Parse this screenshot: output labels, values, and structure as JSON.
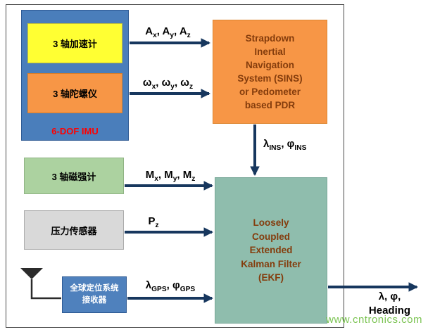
{
  "blocks": {
    "imu_group": {
      "label": "6-DOF IMU"
    },
    "accelerometer": {
      "label": "3 轴加速计"
    },
    "gyroscope": {
      "label": "3 轴陀螺仪"
    },
    "sins": {
      "label": "Strapdown\nInertial\nNavigation\nSystem (SINS)\nor Pedometer\nbased PDR"
    },
    "ekf": {
      "label": "Loosely\nCoupled\nExtended\nKalman Filter\n(EKF)"
    },
    "magnetometer": {
      "label": "3 轴磁强计"
    },
    "pressure_sensor": {
      "label": "压力传感器"
    },
    "gps_receiver": {
      "label": "全球定位系统\n接收器"
    }
  },
  "signals": {
    "accelerometer_out": "A~x~, A~y~, A~z~",
    "gyroscope_out": "ω~x~, ω~y~, ω~z~",
    "sins_out": "λ~INS~, φ~INS~",
    "magnetometer_out": "M~x~, M~y~, M~z~",
    "pressure_out": "P~z~",
    "gps_out": "λ~GPS~, φ~GPS~",
    "ekf_out": "λ, φ,\nHeading"
  },
  "watermark": "www.cntronics.com",
  "colors": {
    "imu-blue": "#4A7EBB",
    "accel-yellow": "#FFFF33",
    "gyro-orange": "#F79646",
    "sins-orange": "#F79646",
    "ekf-green": "#8FBDAD",
    "mag-green": "#ACD2A0",
    "pressure-gray": "#D9D9D9",
    "gps-blue": "#4F81BD",
    "arrow-navy": "#17375E",
    "text-maroon": "#843C0C",
    "imu-red": "#FF0000",
    "watermark-green": "#76C14B"
  }
}
